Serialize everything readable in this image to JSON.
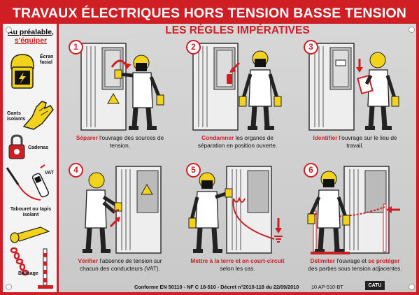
{
  "header": {
    "title": "TRAVAUX ÉLECTRIQUES HORS TENSION BASSE TENSION"
  },
  "subtitle": "LES RÈGLES IMPÉRATIVES",
  "sidebar": {
    "title_line1": "Au préalable,",
    "title_line2": "s'équiper",
    "items": [
      {
        "label1": "Écran",
        "label2": "facial"
      },
      {
        "label1": "Gants",
        "label2": "isolants"
      },
      {
        "label1": "Cadenas",
        "label2": ""
      },
      {
        "label1": "VAT",
        "label2": ""
      },
      {
        "label1": "Tabouret ou tapis",
        "label2": "isolant"
      },
      {
        "label1": "Balisage",
        "label2": ""
      }
    ]
  },
  "steps": [
    {
      "num": "1",
      "kw": "Séparer",
      "rest1": " l'ouvrage des sources de",
      "line2": "tension.",
      "line3": ""
    },
    {
      "num": "2",
      "kw": "Condamner",
      "rest1": " les organes de",
      "line2": "séparation en position ouverte.",
      "line3": ""
    },
    {
      "num": "3",
      "kw": "Identifier",
      "rest1": " l'ouvrage sur le lieu de",
      "line2": "travail.",
      "line3": ""
    },
    {
      "num": "4",
      "kw": "Vérifier",
      "rest1": " l'absence de tension sur",
      "line2": "chacun des conducteurs (VAT).",
      "line3": ""
    },
    {
      "num": "5",
      "kw": "Mettre à la terre et en court-circuit",
      "rest1": "",
      "line2": "selon les cas.",
      "line3": ""
    },
    {
      "num": "6",
      "kw": "Délimiter",
      "rest1": " l'ouvrage et ",
      "kw2": "se protéger",
      "line2": "des parties sous tension adjacentes.",
      "line3": ""
    }
  ],
  "footer": {
    "reference": "Conforme EN 50110 - NF C 18-510 - Décret n°2010-118 du 22/09/2010",
    "code": "10   AP-510-BT",
    "brand": "CATU"
  },
  "colors": {
    "accent": "#cf1e24",
    "helmet": "#f2d21b",
    "glove": "#f2d21b",
    "background": "#d8d8d8"
  }
}
